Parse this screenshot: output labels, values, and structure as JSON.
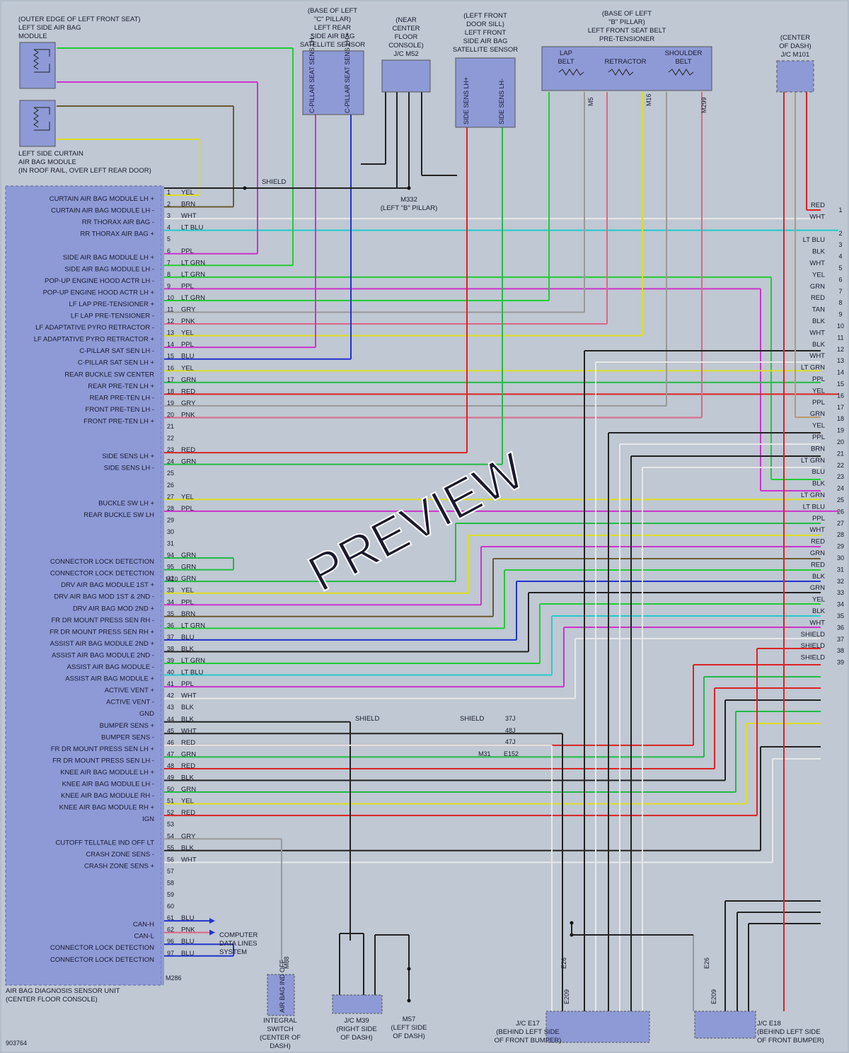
{
  "diagram_id": "903764",
  "watermark": "PREVIEW",
  "main_unit": {
    "name": "AIR BAG DIAGNOSIS SENSOR UNIT",
    "location": "(CENTER FLOOR CONSOLE)",
    "connectors": [
      "M10",
      "M286"
    ]
  },
  "components": {
    "lf_airbag": [
      "(OUTER EDGE OF LEFT FRONT SEAT)",
      "LEFT SIDE AIR BAG",
      "MODULE"
    ],
    "curtain": [
      "LEFT SIDE CURTAIN",
      "AIR BAG MODULE",
      "(IN ROOF RAIL, OVER LEFT REAR DOOR)"
    ],
    "c_pillar": [
      "(BASE OF LEFT",
      "\"C\" PILLAR)",
      "LEFT REAR",
      "SIDE AIR BAG",
      "SATELLITE SENSOR"
    ],
    "c_pillar_pins": [
      "C-PILLAR SEAT SENS LH -",
      "C-PILLAR SEAT SENS LH +"
    ],
    "jc_m52": [
      "(NEAR",
      "CENTER",
      "FLOOR",
      "CONSOLE)",
      "J/C M52"
    ],
    "door_sill": [
      "(LEFT FRONT",
      "DOOR SILL)",
      "LEFT FRONT",
      "SIDE AIR BAG",
      "SATELLITE SENSOR"
    ],
    "door_sill_pins": [
      "SIDE SENS LH+",
      "SIDE SENS LH-"
    ],
    "pretensioner": [
      "(BASE OF LEFT",
      "\"B\" PILLAR)",
      "LEFT FRONT SEAT BELT",
      "PRE-TENSIONER"
    ],
    "pretensioner_parts": [
      "LAP",
      "BELT",
      "RETRACTOR",
      "SHOULDER",
      "BELT"
    ],
    "jc_m101": [
      "(CENTER",
      "OF DASH)",
      "J/C M101"
    ],
    "m332": [
      "M332",
      "(LEFT \"B\" PILLAR)"
    ],
    "integral_switch": [
      "INTEGRAL",
      "SWITCH",
      "(CENTER OF",
      "DASH)"
    ],
    "integral_switch_box": "AIR BAG IND OFF",
    "jc_m39": [
      "J/C M39",
      "(RIGHT SIDE",
      "OF DASH)"
    ],
    "m57": [
      "M57",
      "(LEFT SIDE",
      "OF DASH)"
    ],
    "jc_e17": [
      "J/C E17",
      "(BEHIND LEFT SIDE",
      "OF FRONT BUMPER)"
    ],
    "jc_e18": [
      "J/C E18",
      "(BEHIND LEFT SIDE",
      "OF FRONT BUMPER)"
    ],
    "can_system": [
      "COMPUTER",
      "DATA LINES",
      "SYSTEM"
    ]
  },
  "colors": {
    "LT GRN": "#22cc33",
    "GRN": "#22bb44",
    "PPL": "#cc33cc",
    "BRN": "#6b5a32",
    "YEL": "#dddd22",
    "WHT": "#e8e8e8",
    "LT BLU": "#22cccc",
    "BLU": "#2233cc",
    "GRY": "#999999",
    "PNK": "#dd6688",
    "RED": "#dd2222",
    "BLK": "#222222",
    "TAN": "#b89a6a"
  },
  "sensor_pins": [
    {
      "pin": "1",
      "color": "YEL",
      "label": "CURTAIN AIR BAG MODULE LH +"
    },
    {
      "pin": "2",
      "color": "BRN",
      "label": "CURTAIN AIR BAG MODULE LH -"
    },
    {
      "pin": "3",
      "color": "WHT",
      "label": "RR THORAX AIR BAG -"
    },
    {
      "pin": "4",
      "color": "LT BLU",
      "label": "RR THORAX AIR BAG +"
    },
    {
      "pin": "5",
      "color": "",
      "label": ""
    },
    {
      "pin": "6",
      "color": "PPL",
      "label": "SIDE AIR BAG MODULE LH +"
    },
    {
      "pin": "7",
      "color": "LT GRN",
      "label": "SIDE AIR BAG MODULE LH -"
    },
    {
      "pin": "8",
      "color": "LT GRN",
      "label": "POP-UP ENGINE HOOD ACTR LH -"
    },
    {
      "pin": "9",
      "color": "PPL",
      "label": "POP-UP ENGINE HOOD ACTR LH +"
    },
    {
      "pin": "10",
      "color": "LT GRN",
      "label": "LF LAP PRE-TENSIONER +"
    },
    {
      "pin": "11",
      "color": "GRY",
      "label": "LF LAP PRE-TENSIONER -"
    },
    {
      "pin": "12",
      "color": "PNK",
      "label": "LF ADAPTATIVE PYRO RETRACTOR -"
    },
    {
      "pin": "13",
      "color": "YEL",
      "label": "LF ADAPTATIVE PYRO RETRACTOR +"
    },
    {
      "pin": "14",
      "color": "PPL",
      "label": "C-PILLAR SAT SEN LH -"
    },
    {
      "pin": "15",
      "color": "BLU",
      "label": "C-PILLAR SAT SEN LH +"
    },
    {
      "pin": "16",
      "color": "YEL",
      "label": "REAR BUCKLE SW CENTER"
    },
    {
      "pin": "17",
      "color": "GRN",
      "label": "REAR PRE-TEN LH +"
    },
    {
      "pin": "18",
      "color": "RED",
      "label": "REAR PRE-TEN LH -"
    },
    {
      "pin": "19",
      "color": "GRY",
      "label": "FRONT PRE-TEN LH -"
    },
    {
      "pin": "20",
      "color": "PNK",
      "label": "FRONT PRE-TEN LH +"
    },
    {
      "pin": "21",
      "color": "",
      "label": ""
    },
    {
      "pin": "22",
      "color": "",
      "label": ""
    },
    {
      "pin": "23",
      "color": "RED",
      "label": "SIDE SENS LH +"
    },
    {
      "pin": "24",
      "color": "GRN",
      "label": "SIDE SENS LH -"
    },
    {
      "pin": "25",
      "color": "",
      "label": ""
    },
    {
      "pin": "26",
      "color": "",
      "label": ""
    },
    {
      "pin": "27",
      "color": "YEL",
      "label": "BUCKLE SW LH +"
    },
    {
      "pin": "28",
      "color": "PPL",
      "label": "REAR BUCKLE SW LH"
    },
    {
      "pin": "29",
      "color": "",
      "label": ""
    },
    {
      "pin": "30",
      "color": "",
      "label": ""
    },
    {
      "pin": "31",
      "color": "",
      "label": ""
    },
    {
      "pin": "94",
      "color": "GRN",
      "label": "CONNECTOR LOCK DETECTION"
    },
    {
      "pin": "95",
      "color": "GRN",
      "label": "CONNECTOR LOCK DETECTION"
    },
    {
      "pin": "32",
      "color": "GRN",
      "label": "DRV AIR BAG MODULE 1ST +"
    },
    {
      "pin": "33",
      "color": "YEL",
      "label": "DRV AIR BAG MOD 1ST & 2ND -"
    },
    {
      "pin": "34",
      "color": "PPL",
      "label": "DRV AIR BAG MOD 2ND +"
    },
    {
      "pin": "35",
      "color": "BRN",
      "label": "FR DR MOUNT PRESS SEN RH -"
    },
    {
      "pin": "36",
      "color": "LT GRN",
      "label": "FR DR MOUNT PRESS SEN RH +"
    },
    {
      "pin": "37",
      "color": "BLU",
      "label": "ASSIST AIR BAG MODULE 2ND +"
    },
    {
      "pin": "38",
      "color": "BLK",
      "label": "ASSIST AIR BAG MODULE 2ND -"
    },
    {
      "pin": "39",
      "color": "LT GRN",
      "label": "ASSIST AIR BAG MODULE -"
    },
    {
      "pin": "40",
      "color": "LT BLU",
      "label": "ASSIST AIR BAG MODULE +"
    },
    {
      "pin": "41",
      "color": "PPL",
      "label": "ACTIVE VENT +"
    },
    {
      "pin": "42",
      "color": "WHT",
      "label": "ACTIVE VENT -"
    },
    {
      "pin": "43",
      "color": "BLK",
      "label": "GND"
    },
    {
      "pin": "44",
      "color": "BLK",
      "label": "BUMPER SENS +"
    },
    {
      "pin": "45",
      "color": "WHT",
      "label": "BUMPER SENS -"
    },
    {
      "pin": "46",
      "color": "RED",
      "label": "FR DR MOUNT PRESS SEN LH +"
    },
    {
      "pin": "47",
      "color": "GRN",
      "label": "FR DR MOUNT PRESS SEN LH -"
    },
    {
      "pin": "48",
      "color": "RED",
      "label": "KNEE AIR BAG MODULE LH +"
    },
    {
      "pin": "49",
      "color": "BLK",
      "label": "KNEE AIR BAG MODULE LH -"
    },
    {
      "pin": "50",
      "color": "GRN",
      "label": "KNEE AIR BAG MODULE RH -"
    },
    {
      "pin": "51",
      "color": "YEL",
      "label": "KNEE AIR BAG MODULE RH +"
    },
    {
      "pin": "52",
      "color": "RED",
      "label": "IGN"
    },
    {
      "pin": "53",
      "color": "",
      "label": ""
    },
    {
      "pin": "54",
      "color": "GRY",
      "label": "CUTOFF TELLTALE IND OFF LT"
    },
    {
      "pin": "55",
      "color": "BLK",
      "label": "CRASH ZONE SENS -"
    },
    {
      "pin": "56",
      "color": "WHT",
      "label": "CRASH ZONE SENS +"
    },
    {
      "pin": "57",
      "color": "",
      "label": ""
    },
    {
      "pin": "58",
      "color": "",
      "label": ""
    },
    {
      "pin": "59",
      "color": "",
      "label": ""
    },
    {
      "pin": "60",
      "color": "",
      "label": ""
    },
    {
      "pin": "61",
      "color": "BLU",
      "label": "CAN-H"
    },
    {
      "pin": "62",
      "color": "PNK",
      "label": "CAN-L"
    },
    {
      "pin": "96",
      "color": "BLU",
      "label": "CONNECTOR LOCK DETECTION"
    },
    {
      "pin": "97",
      "color": "BLU",
      "label": "CONNECTOR LOCK DETECTION"
    }
  ],
  "right_pins": [
    {
      "pin": "1",
      "color": "RED"
    },
    {
      "pin": "",
      "color": "WHT"
    },
    {
      "pin": "2",
      "color": ""
    },
    {
      "pin": "3",
      "color": "LT BLU"
    },
    {
      "pin": "4",
      "color": "BLK"
    },
    {
      "pin": "5",
      "color": "WHT"
    },
    {
      "pin": "6",
      "color": "YEL"
    },
    {
      "pin": "7",
      "color": "GRN"
    },
    {
      "pin": "8",
      "color": "RED"
    },
    {
      "pin": "9",
      "color": "TAN"
    },
    {
      "pin": "10",
      "color": "BLK"
    },
    {
      "pin": "11",
      "color": "WHT"
    },
    {
      "pin": "12",
      "color": "BLK"
    },
    {
      "pin": "13",
      "color": "WHT"
    },
    {
      "pin": "14",
      "color": "LT GRN"
    },
    {
      "pin": "15",
      "color": "PPL"
    },
    {
      "pin": "16",
      "color": "YEL"
    },
    {
      "pin": "17",
      "color": "PPL"
    },
    {
      "pin": "18",
      "color": "GRN"
    },
    {
      "pin": "19",
      "color": "YEL"
    },
    {
      "pin": "20",
      "color": "PPL"
    },
    {
      "pin": "21",
      "color": "BRN"
    },
    {
      "pin": "22",
      "color": "LT GRN"
    },
    {
      "pin": "23",
      "color": "BLU"
    },
    {
      "pin": "24",
      "color": "BLK"
    },
    {
      "pin": "25",
      "color": "LT GRN"
    },
    {
      "pin": "26",
      "color": "LT BLU"
    },
    {
      "pin": "27",
      "color": "PPL"
    },
    {
      "pin": "28",
      "color": "WHT"
    },
    {
      "pin": "29",
      "color": "RED"
    },
    {
      "pin": "30",
      "color": "GRN"
    },
    {
      "pin": "31",
      "color": "RED"
    },
    {
      "pin": "32",
      "color": "BLK"
    },
    {
      "pin": "33",
      "color": "GRN"
    },
    {
      "pin": "34",
      "color": "YEL"
    },
    {
      "pin": "35",
      "color": "BLK"
    },
    {
      "pin": "36",
      "color": "WHT"
    },
    {
      "pin": "37",
      "color": "SHIELD"
    },
    {
      "pin": "38",
      "color": "SHIELD"
    },
    {
      "pin": "39",
      "color": "SHIELD"
    }
  ],
  "misc_labels": {
    "shield": "SHIELD",
    "m31": "M31",
    "e152": "E152",
    "m299": "M299",
    "m16": "M16",
    "m5": "M5",
    "m88": "M88",
    "e26": "E26",
    "e209": "E209",
    "j37": "37J",
    "j48": "48J",
    "j47": "47J"
  }
}
